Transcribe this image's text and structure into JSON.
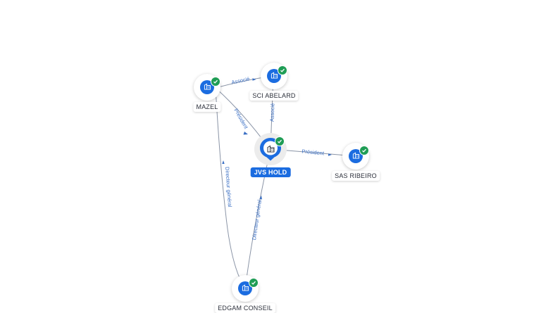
{
  "nodes": {
    "mazel": {
      "label": "MAZEL",
      "icon": "building-icon",
      "verified": true
    },
    "sci_abelard": {
      "label": "SCI ABELARD",
      "icon": "building-icon",
      "verified": true
    },
    "jvs_hold": {
      "label": "JVS HOLD",
      "icon": "building-icon",
      "verified": true
    },
    "sas_ribeiro": {
      "label": "SAS RIBEIRO",
      "icon": "building-icon",
      "verified": true
    },
    "edgam_conseil": {
      "label": "EDGAM CONSEIL",
      "icon": "building-icon",
      "verified": true
    }
  },
  "edges": {
    "mazel_sci": {
      "label": "Associé"
    },
    "mazel_jvs": {
      "label": "Président"
    },
    "sci_jvs": {
      "label": "Associé"
    },
    "jvs_sas": {
      "label": "Président"
    },
    "mazel_edgam": {
      "label": "Directeur général"
    },
    "edgam_jvs": {
      "label": "Directeur général"
    }
  },
  "colors": {
    "accent": "#1b6ce0",
    "verified": "#1f9d55",
    "edge": "#8a94a6",
    "edge_label": "#3a6fc4"
  }
}
